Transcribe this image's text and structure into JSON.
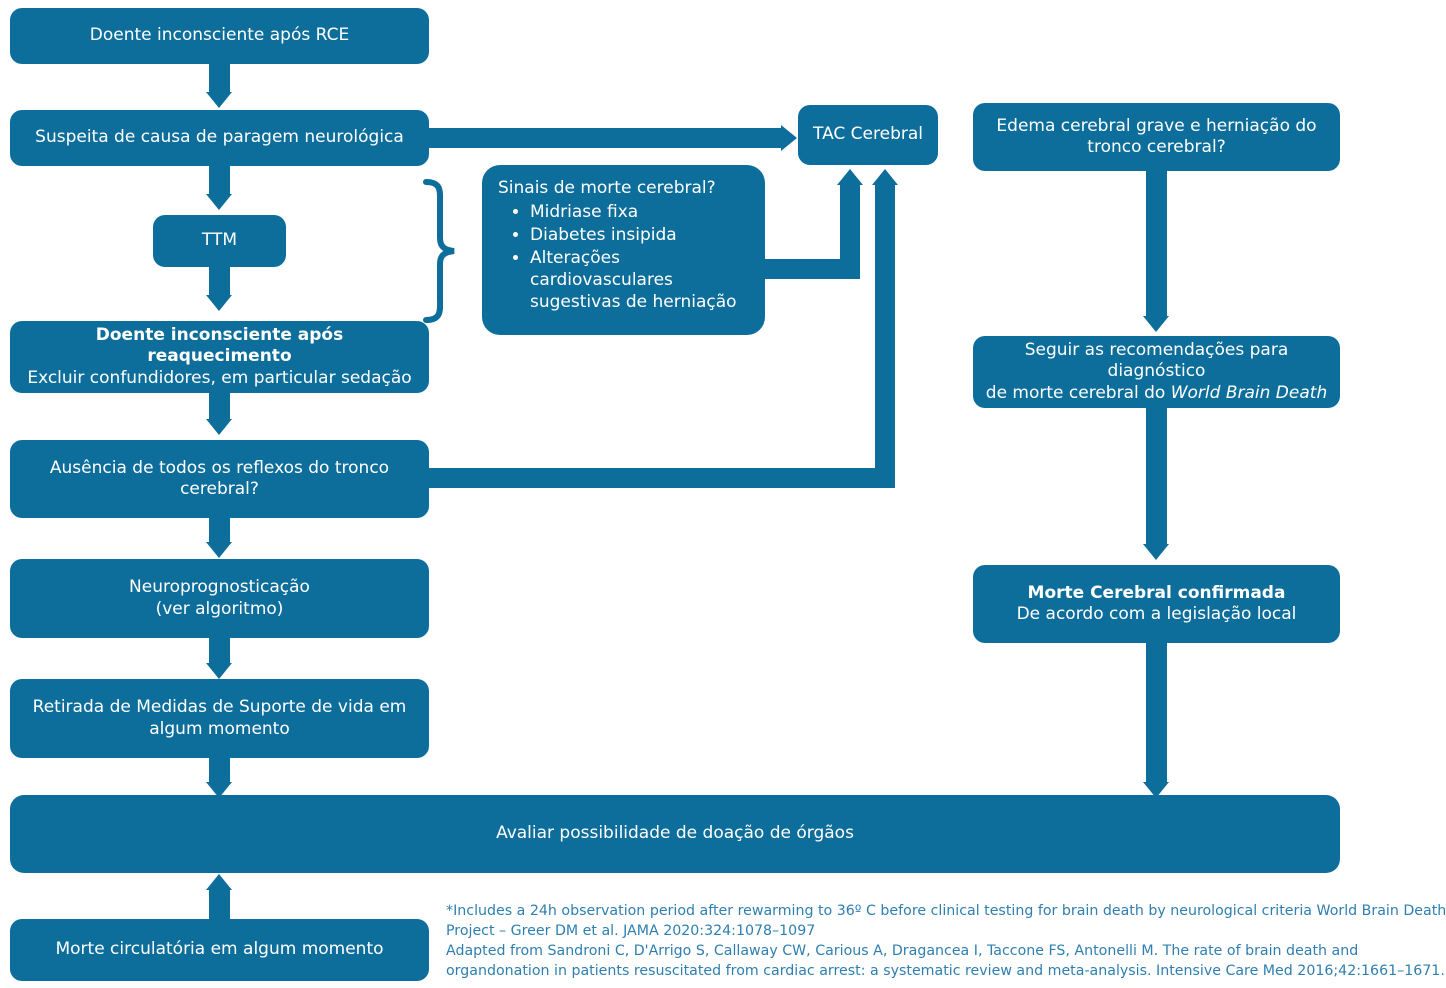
{
  "meta": {
    "accent_color": "#0D6E9C",
    "footnote_color": "#2E7FB0",
    "background": "#ffffff"
  },
  "nodes": {
    "unconscious_rosc": {
      "line1": "Doente inconsciente após RCE"
    },
    "suspected_neuro_cause": {
      "line1": "Suspeita de causa de paragem neurológica"
    },
    "ttm": {
      "line1": "TTM"
    },
    "unconscious_rewarming": {
      "line1": "Doente inconsciente após reaquecimento",
      "line2": "Excluir confundidores, em particular sedação"
    },
    "absent_brainstem_reflexes": {
      "line1": "Ausência de todos os reflexos do tronco",
      "line2": "cerebral?"
    },
    "neuroprognostication": {
      "line1": "Neuroprognosticação",
      "line2": "(ver algoritmo)"
    },
    "withdrawal_life_support": {
      "line1": "Retirada de Medidas de Suporte de vida em",
      "line2": "algum momento"
    },
    "organ_donation": {
      "line1": "Avaliar possibilidade de doação de órgãos"
    },
    "circulatory_death": {
      "line1": "Morte circulatória em algum momento"
    },
    "brain_ct": {
      "line1": "TAC Cerebral"
    },
    "brain_death_signs": {
      "title": "Sinais de morte cerebral?",
      "items": [
        "Midriase fixa",
        "Diabetes insipida",
        "Alterações cardiovasculares sugestivas de herniação"
      ]
    },
    "severe_edema": {
      "line1": "Edema cerebral grave e herniação do",
      "line2": "tronco cerebral?"
    },
    "follow_recommendations": {
      "line1": "Seguir as recomendações para diagnóstico",
      "line2_prefix": "de morte cerebral do ",
      "line2_italic": "World Brain Death"
    },
    "brain_death_confirmed": {
      "line1": "Morte Cerebral confirmada",
      "line2": "De acordo com a legislação local"
    }
  },
  "footnote": {
    "line1": "*Includes a 24h observation period after rewarming to 36º C before clinical testing for brain death by neurological criteria World Brain Death",
    "line2": "Project – Greer DM et al. JAMA 2020:324:1078–1097",
    "line3": "Adapted from Sandroni C, D'Arrigo S, Callaway CW, Carious A, Dragancea I, Taccone FS, Antonelli M. The rate of brain death and",
    "line4": "organdonation in patients resuscitated from cardiac arrest: a systematic review and meta-analysis. Intensive Care Med 2016;42:1661–1671."
  }
}
